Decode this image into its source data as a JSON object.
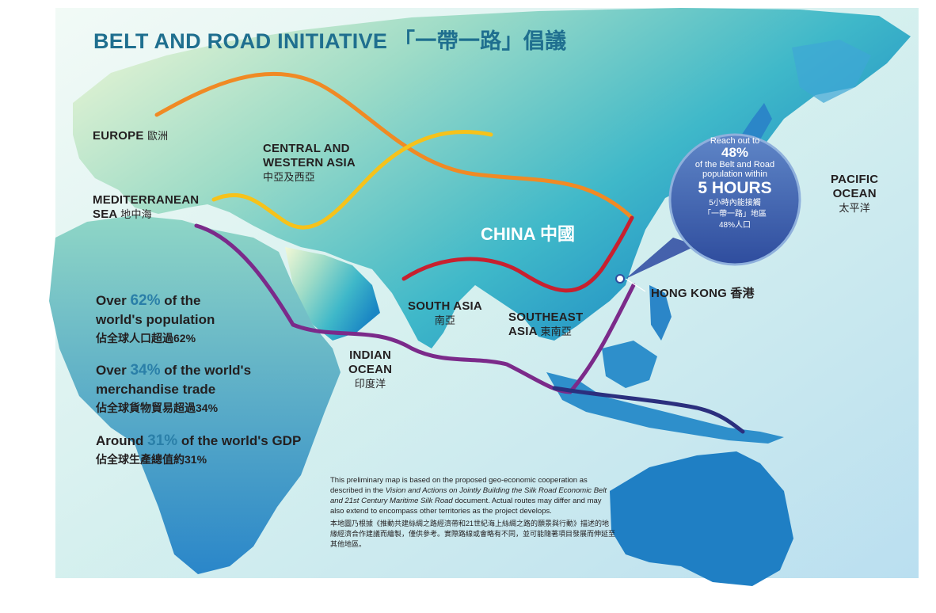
{
  "title": "BELT AND ROAD INITIATIVE 「一帶一路」倡議",
  "regions": {
    "europe": {
      "en": "EUROPE",
      "zh": "歐洲"
    },
    "central_asia": {
      "en1": "CENTRAL AND",
      "en2": "WESTERN ASIA",
      "zh": "中亞及西亞"
    },
    "mediterranean": {
      "en1": "MEDITERRANEAN",
      "en2": "SEA",
      "zh": "地中海"
    },
    "china": "CHINA 中國",
    "south_asia": {
      "en": "SOUTH ASIA",
      "zh": "南亞"
    },
    "southeast_asia": {
      "en1": "SOUTHEAST",
      "en2": "ASIA",
      "zh": "東南亞"
    },
    "indian_ocean": {
      "en1": "INDIAN",
      "en2": "OCEAN",
      "zh": "印度洋"
    },
    "pacific_ocean": {
      "en1": "PACIFIC",
      "en2": "OCEAN",
      "zh": "太平洋"
    },
    "hong_kong": "HONG KONG 香港"
  },
  "bubble": {
    "line1": "Reach out to",
    "pct": "48%",
    "line2": "of the Belt and Road",
    "line3": "population within",
    "hours": "5 HOURS",
    "zh1": "5小時內能接觸",
    "zh2": "「一帶一路」地區",
    "zh3": "48%人口"
  },
  "stats": [
    {
      "pre": "Over ",
      "pct": "62%",
      "post": " of the",
      "line2": "world's population",
      "zh": "佔全球人口超過62%"
    },
    {
      "pre": "Over ",
      "pct": "34%",
      "post": " of the world's",
      "line2": "merchandise trade",
      "zh": "佔全球貨物貿易超過34%"
    },
    {
      "pre": "Around ",
      "pct": "31%",
      "post": " of the world's GDP",
      "line2": "",
      "zh": "佔全球生產總值約31%"
    }
  ],
  "note": {
    "en_a": "This preliminary map is based on the proposed geo-economic cooperation as described in the ",
    "en_b": "Vision and Actions on Jointly Building the Silk Road Economic Belt and 21st Century Maritime Silk Road",
    "en_c": " document. Actual routes may differ and may also extend to encompass other territories as the project develops.",
    "zh": "本地圖乃根據《推動共建絲綢之路經濟帶和21世紀海上絲綢之路的願景與行動》描述的地緣經濟合作建議而繪製，僅供參考。實際路線或會略有不同，並可能隨著項目發展而伸延至其他地區。"
  },
  "colors": {
    "title": "#1f6f8f",
    "route_orange": "#f08a24",
    "route_yellow": "#f6c21a",
    "route_red": "#c8202f",
    "route_purple": "#7b2a8a",
    "route_navy": "#2b2f7e",
    "bubble": "#3d5aa8",
    "percent": "#2a7fa8"
  }
}
